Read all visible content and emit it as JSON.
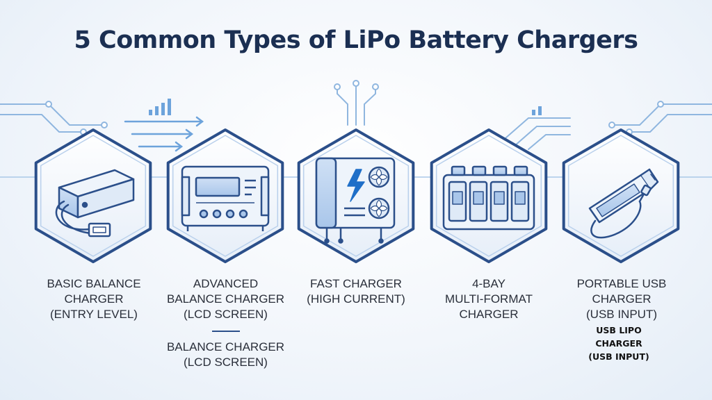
{
  "title": "5 Common Types of LiPo Battery Chargers",
  "colors": {
    "outline": "#2b4f8a",
    "fill": "#dbe8f7",
    "accent": "#1f6fc8",
    "text": "#2a2f3a"
  },
  "chargers": [
    {
      "icon": "battery-pack-icon",
      "lines": [
        "BASIC BALANCE",
        "CHARGER",
        "(ENTRY LEVEL)"
      ]
    },
    {
      "icon": "lcd-charger-icon",
      "lines": [
        "ADVANCED",
        "BALANCE CHARGER",
        "(LCD SCREEN)"
      ],
      "extra": [
        "BALANCE CHARGER",
        "(LCD SCREEN)"
      ]
    },
    {
      "icon": "fast-charger-icon",
      "lines": [
        "FAST CHARGER",
        "(HIGH CURRENT)"
      ]
    },
    {
      "icon": "four-bay-charger-icon",
      "lines": [
        "4-BAY",
        "MULTI-FORMAT",
        "CHARGER"
      ]
    },
    {
      "icon": "usb-charger-icon",
      "lines": [
        "PORTABLE USB",
        "CHARGER",
        "(USB INPUT)"
      ],
      "extra": [
        "USB LIPO",
        "CHARGER",
        "(USB INPUT)"
      ]
    }
  ]
}
